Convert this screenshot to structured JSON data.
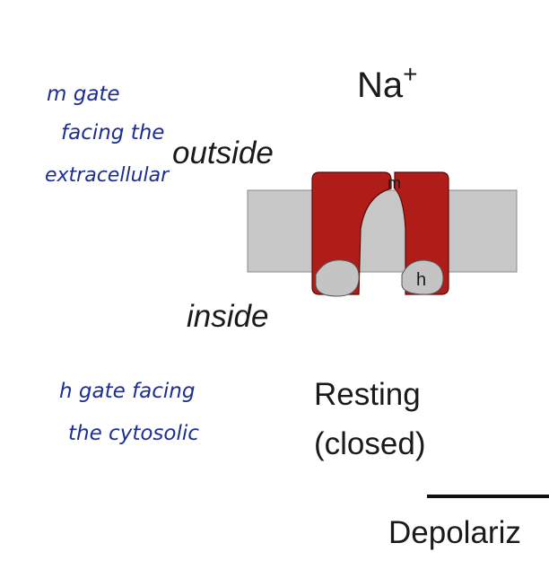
{
  "labels": {
    "ion": "Na",
    "ion_charge": "+",
    "outside": "outside",
    "inside": "inside",
    "state_line1": "Resting",
    "state_line2": "(closed)",
    "bottom_label": "Depolariz",
    "m_gate": "m",
    "h_gate": "h"
  },
  "annotations": {
    "m_note": [
      "m gate",
      "facing the",
      "extracellular"
    ],
    "h_note": [
      "h gate facing",
      "the cytosolic"
    ]
  },
  "colors": {
    "membrane": "#c7c7c7",
    "channel": "#b01c17",
    "gate": "#c4c4c4",
    "ink": "#1c2f8f",
    "text": "#1a1a1a"
  }
}
